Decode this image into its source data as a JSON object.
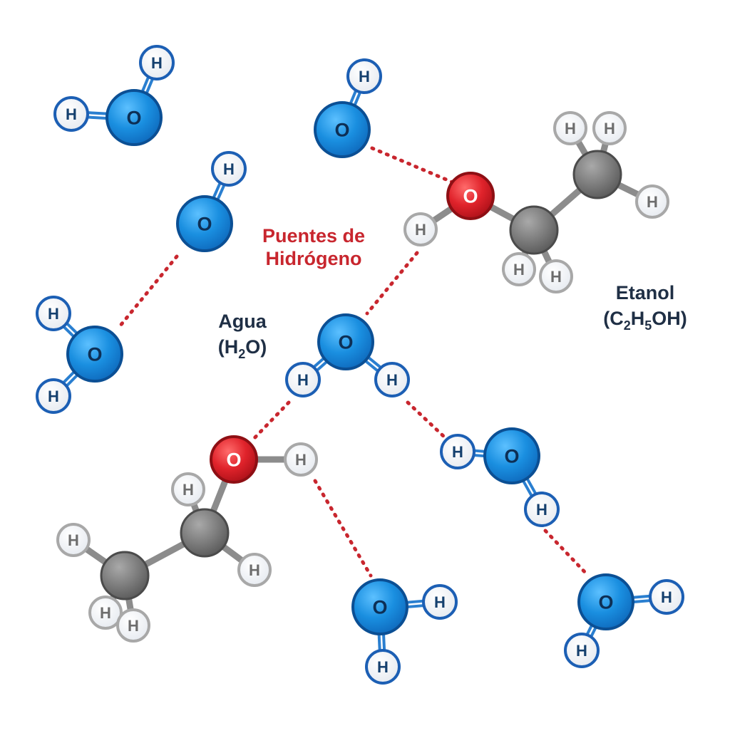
{
  "labels": {
    "hbond_line1": "Puentes de",
    "hbond_line2": "Hidrógeno",
    "water_name": "Agua",
    "water_formula_open": "(H",
    "water_formula_sub": "2",
    "water_formula_close": "O)",
    "ethanol_name": "Etanol",
    "ethanol_formula_a": "(C",
    "ethanol_formula_sub1": "2",
    "ethanol_formula_b": "H",
    "ethanol_formula_sub2": "5",
    "ethanol_formula_c": "OH)"
  },
  "atom_symbols": {
    "oxygen": "O",
    "hydrogen": "H"
  },
  "colors": {
    "water_oxygen": "#1a8fe0",
    "water_hydrogen_ring": "#1c5fb4",
    "ethanol_oxygen": "#e0232b",
    "carbon": "#7b7b7b",
    "ethanol_hydrogen_ring": "#a8a8a8",
    "hydrogen_bond": "#c8262e",
    "label_red": "#c8262e",
    "label_dark": "#1f2f45"
  },
  "molecules": [
    {
      "name": "water-molecule-1",
      "type": "water"
    },
    {
      "name": "water-molecule-2",
      "type": "water"
    },
    {
      "name": "water-molecule-3",
      "type": "water"
    },
    {
      "name": "water-molecule-4",
      "type": "water"
    },
    {
      "name": "water-molecule-5",
      "type": "water"
    },
    {
      "name": "water-molecule-6",
      "type": "water"
    },
    {
      "name": "water-molecule-7",
      "type": "water"
    },
    {
      "name": "water-molecule-8",
      "type": "water"
    },
    {
      "name": "water-molecule-9",
      "type": "water"
    },
    {
      "name": "ethanol-molecule-1",
      "type": "ethanol"
    },
    {
      "name": "ethanol-molecule-2",
      "type": "ethanol"
    }
  ]
}
